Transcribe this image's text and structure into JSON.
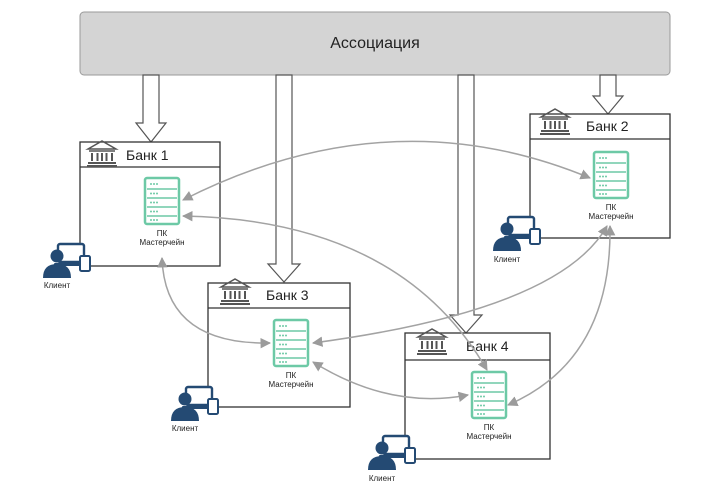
{
  "association": {
    "label": "Ассоциация"
  },
  "banks": [
    {
      "title": "Банк 1",
      "server_line1": "ПК",
      "server_line2": "Мастерчейн",
      "client_label": "Клиент"
    },
    {
      "title": "Банк 2",
      "server_line1": "ПК",
      "server_line2": "Мастерчейн",
      "client_label": "Клиент"
    },
    {
      "title": "Банк 3",
      "server_line1": "ПК",
      "server_line2": "Мастерчейн",
      "client_label": "Клиент"
    },
    {
      "title": "Банк 4",
      "server_line1": "ПК",
      "server_line2": "Мастерчейн",
      "client_label": "Клиент"
    }
  ],
  "colors": {
    "association_fill": "#d4d4d4",
    "server_green": "#6dc9a6",
    "client_blue": "#244a73",
    "connector_gray": "#a3a3a3"
  },
  "icons": {
    "bank": "bank-building-icon",
    "server": "server-rack-icon",
    "client": "client-user-laptop-icon"
  }
}
